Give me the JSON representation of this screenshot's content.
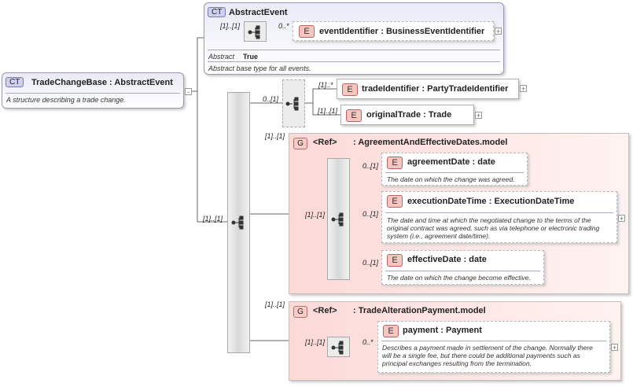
{
  "root": {
    "tag": "CT",
    "name": "TradeChangeBase",
    "base": "AbstractEvent",
    "desc": "A structure describing a trade change.",
    "collapse": "-"
  },
  "abstract_event": {
    "tag": "CT",
    "name": "AbstractEvent",
    "mult": "[1]..[1]",
    "abstract_label": "Abstract",
    "abstract_value": "True",
    "desc": "Abstract base type for all events."
  },
  "event_identifier": {
    "tag": "E",
    "name": "eventIdentifier",
    "type": "BusinessEventIdentifier",
    "mult": "0..*"
  },
  "main_seq": {
    "mult": "[1]..[1]"
  },
  "choice": {
    "mult": "0..[1]"
  },
  "trade_identifier": {
    "tag": "E",
    "name": "tradeIdentifier",
    "type": "PartyTradeIdentifier",
    "mult": "[1]..*"
  },
  "original_trade": {
    "tag": "E",
    "name": "originalTrade",
    "type": "Trade",
    "mult": "[1]..[1]"
  },
  "group1": {
    "tag": "G",
    "ref": "<Ref>",
    "name": "AgreementAndEffectiveDates.model",
    "mult": "[1]..[1]",
    "seq_mult": "[1]..[1]"
  },
  "agreement_date": {
    "tag": "E",
    "name": "agreementDate",
    "type": "date",
    "mult": "0..[1]",
    "desc": "The date on which the change was agreed."
  },
  "execution_date_time": {
    "tag": "E",
    "name": "executionDateTime",
    "type": "ExecutionDateTime",
    "mult": "0..[1]",
    "desc": [
      "The date and time at which the negotiated change to the terms of the",
      "original contract was agreed, such as via telephone or electronic trading",
      "system (i.e., agreement date/time)."
    ]
  },
  "effective_date": {
    "tag": "E",
    "name": "effectiveDate",
    "type": "date",
    "mult": "0..[1]",
    "desc": "The date on which the change become effective."
  },
  "group2": {
    "tag": "G",
    "ref": "<Ref>",
    "name": "TradeAlterationPayment.model",
    "mult": "[1]..[1]",
    "seq_mult": "[1]..[1]"
  },
  "payment": {
    "tag": "E",
    "name": "payment",
    "type": "Payment",
    "mult": "0..*",
    "desc": [
      "Describes a payment made in settlement of the change. Normally there",
      "will be a single fee, but there could be additional payments such as",
      "principal exchanges resulting from the termination."
    ]
  },
  "expand": "+",
  "colors": {
    "ct_fill": "#eaeaf8",
    "element_tag": "#f6c6c0",
    "group_fill": "#fbd9d7",
    "line": "#555555"
  }
}
